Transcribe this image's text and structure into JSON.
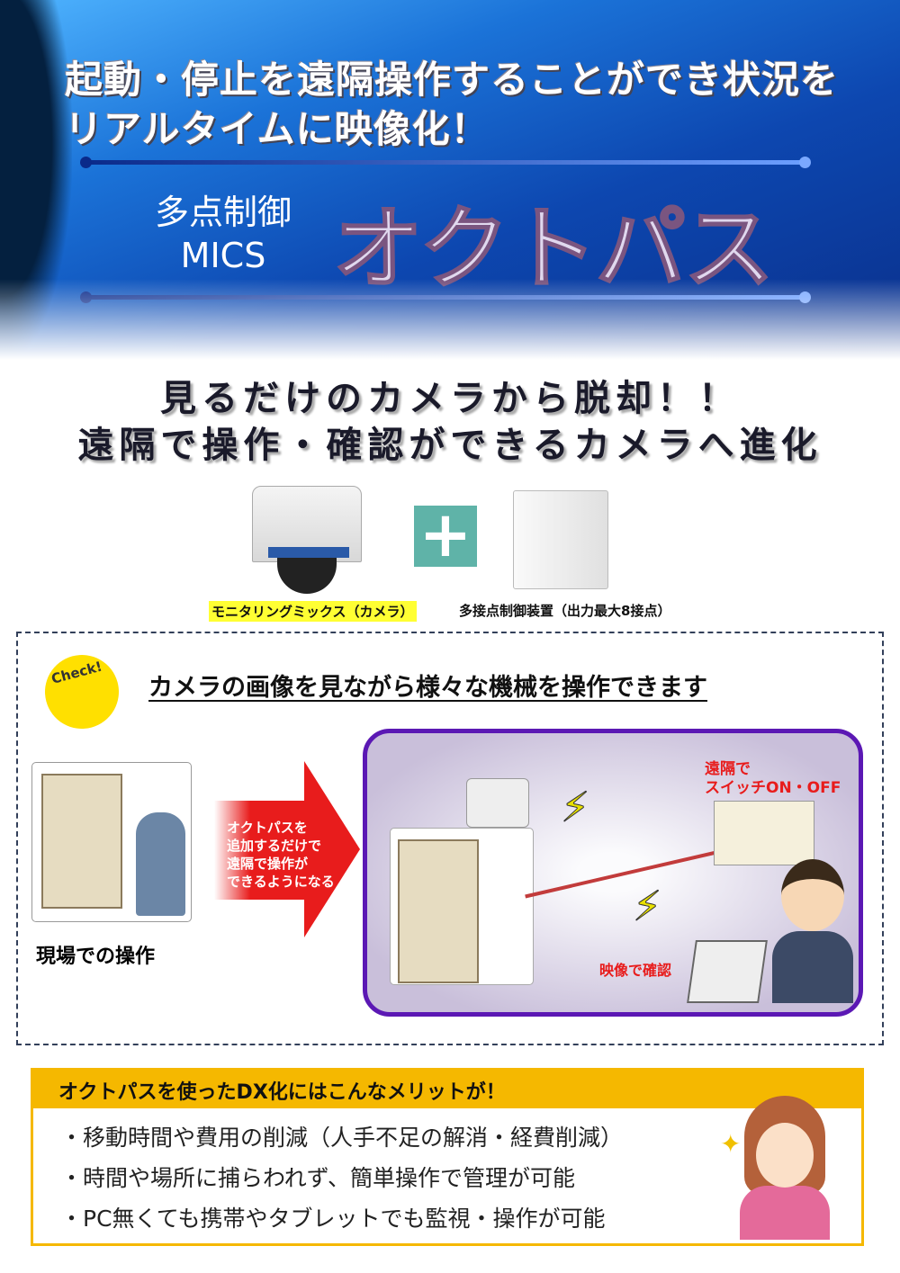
{
  "hero": {
    "headline_line1": "起動・停止を遠隔操作することができ状況を",
    "headline_line2": "リアルタイムに映像化！",
    "subtitle_line1": "多点制御",
    "subtitle_line2": "MICS",
    "brand_name": "オクトパス"
  },
  "tagline": {
    "line1": "見るだけのカメラから脱却！！",
    "line2": "遠隔で操作・確認ができるカメラへ進化"
  },
  "products": {
    "camera_label": "モニタリングミックス（カメラ）",
    "plus_symbol": "+",
    "controller_label": "多接点制御装置（出力最大8接点）"
  },
  "check_section": {
    "badge": "Check!",
    "title": "カメラの画像を見ながら様々な機械を操作できます",
    "onsite_label": "現場での操作",
    "arrow_text": [
      "オクトパスを",
      "追加するだけで",
      "遠隔で操作が",
      "できるようになる"
    ],
    "remote_switch_label": [
      "遠隔で",
      "スイッチON・OFF"
    ],
    "video_confirm_label": "映像で確認"
  },
  "merits": {
    "title": "オクトパスを使ったDX化にはこんなメリットが！",
    "items": [
      "・移動時間や費用の削減（人手不足の解消・経費削減）",
      "・時間や場所に捕らわれず、簡単操作で管理が可能",
      "・PC無くても携帯やタブレットでも監視・操作が可能"
    ]
  }
}
